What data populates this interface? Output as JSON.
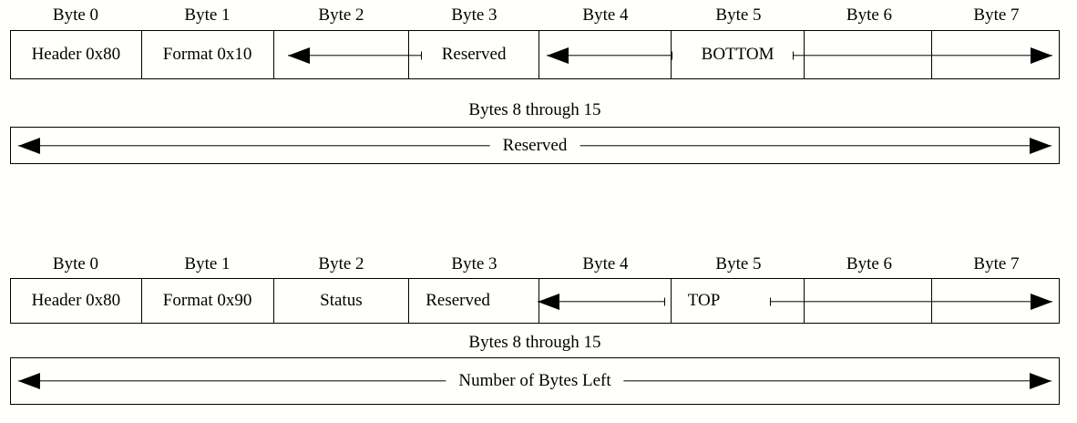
{
  "diagrams": [
    {
      "name": "command-frame",
      "byte_labels": [
        "Byte 0",
        "Byte 1",
        "Byte 2",
        "Byte 3",
        "Byte 4",
        "Byte 5",
        "Byte 6",
        "Byte 7"
      ],
      "cells": [
        {
          "label": "Header 0x80"
        },
        {
          "label": "Format 0x10"
        },
        {
          "label": ""
        },
        {
          "label": "Reserved"
        },
        {
          "label": ""
        },
        {
          "label": "BOTTOM"
        },
        {
          "label": ""
        },
        {
          "label": ""
        }
      ],
      "wide_caption": "Bytes 8 through 15",
      "wide_label": "Reserved"
    },
    {
      "name": "response-frame",
      "byte_labels": [
        "Byte 0",
        "Byte 1",
        "Byte 2",
        "Byte 3",
        "Byte 4",
        "Byte 5",
        "Byte 6",
        "Byte 7"
      ],
      "cells": [
        {
          "label": "Header 0x80"
        },
        {
          "label": "Format 0x90"
        },
        {
          "label": "Status"
        },
        {
          "label": "Reserved"
        },
        {
          "label": ""
        },
        {
          "label": "TOP"
        },
        {
          "label": ""
        },
        {
          "label": ""
        }
      ],
      "wide_caption": "Bytes 8 through 15",
      "wide_label": "Number of Bytes Left"
    }
  ],
  "colors": {
    "line": "#000000",
    "background": "#fffffc"
  }
}
